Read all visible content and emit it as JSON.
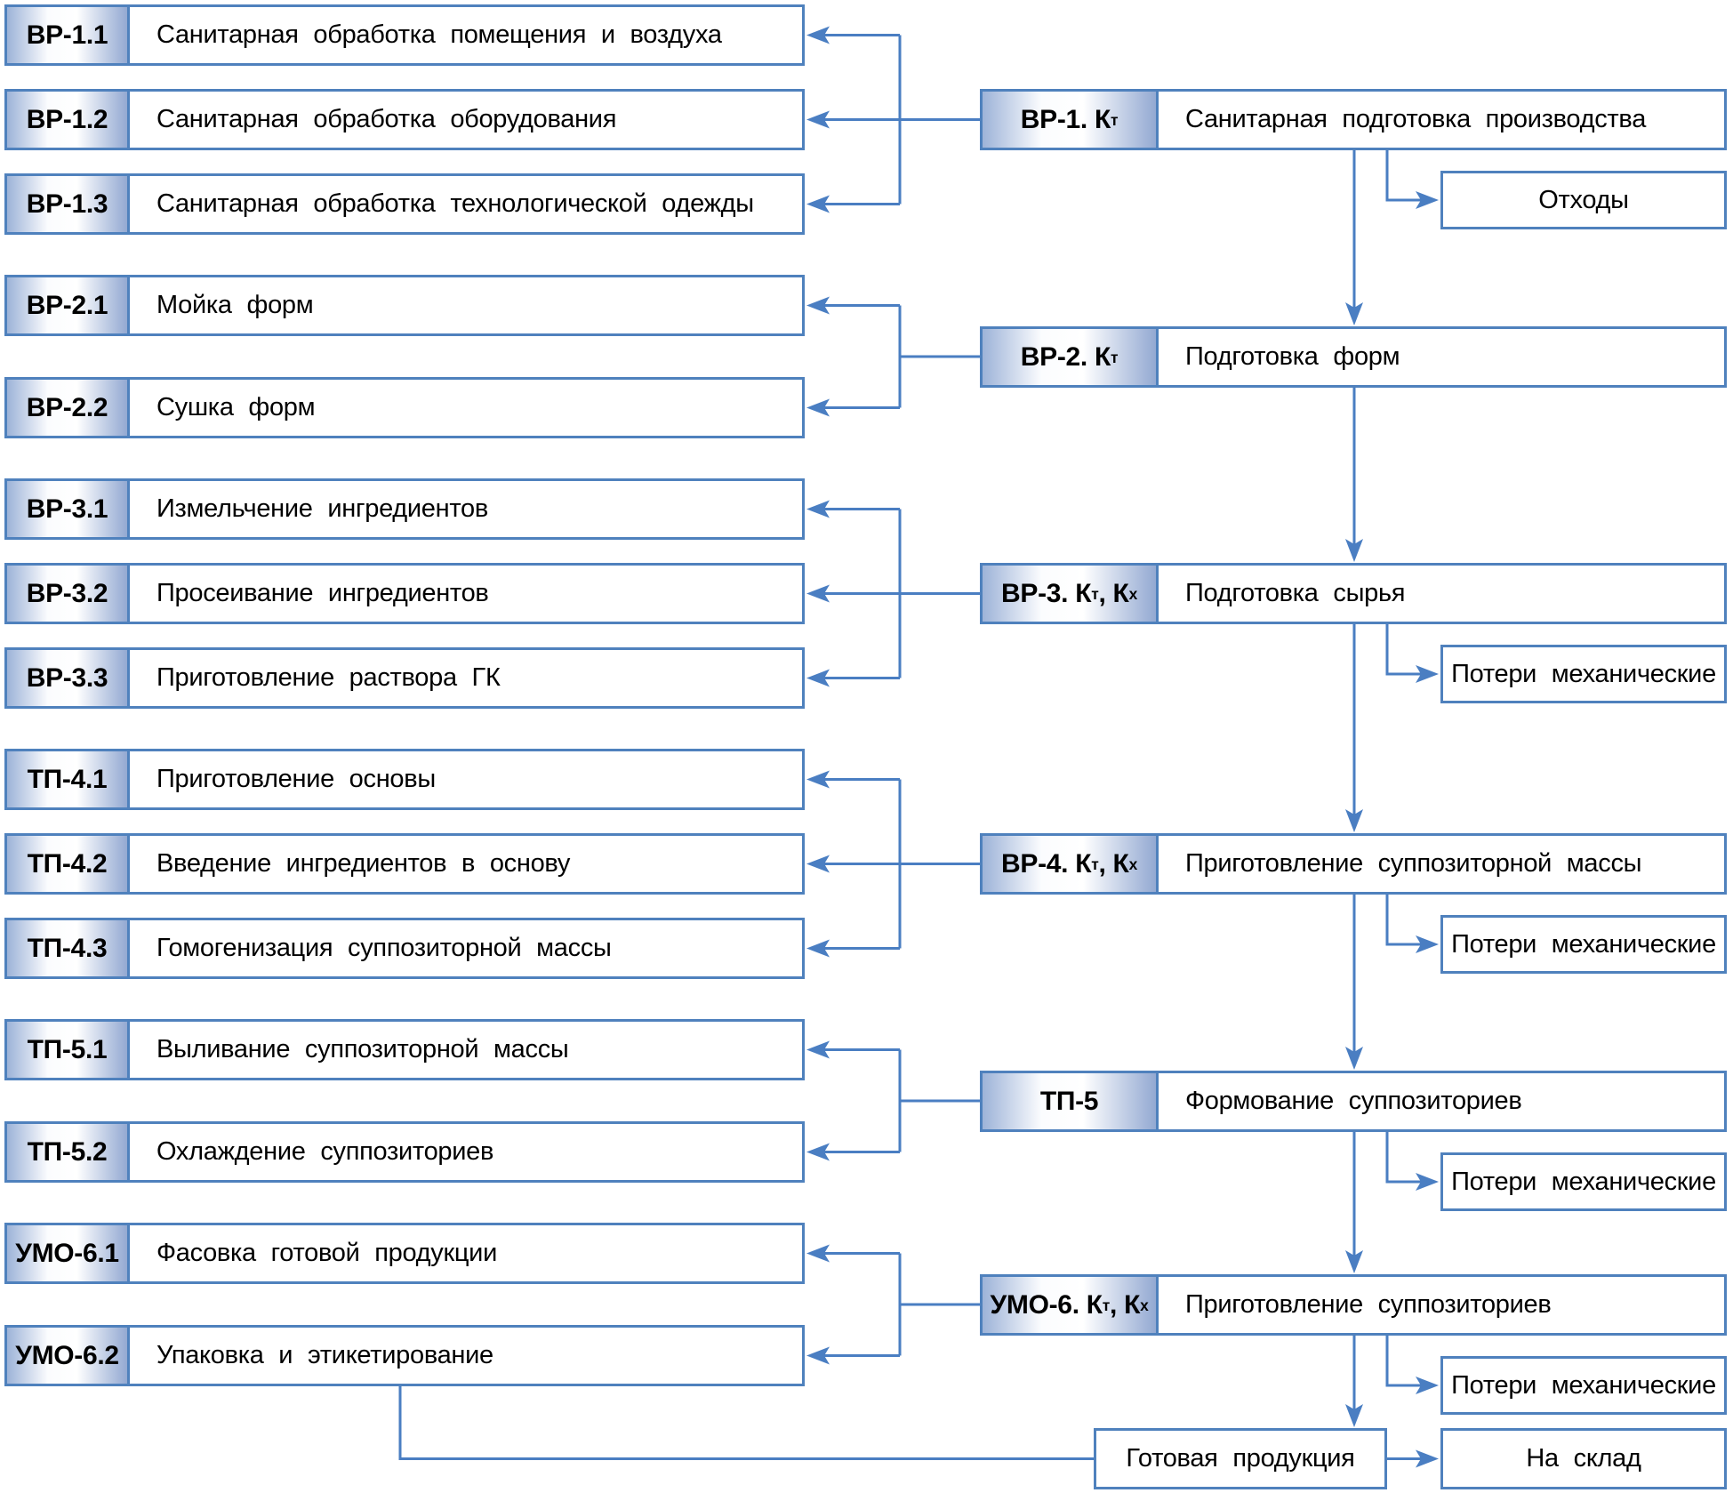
{
  "palette": {
    "line": "#4a7ec2",
    "border": "#4f81bd",
    "arrow_fill": "#4a7ec2",
    "label_gradient_edge": "#9db3d8",
    "label_gradient_edge2": "#93a9d2",
    "text": "#000000"
  },
  "groups": [
    {
      "main": {
        "label_segments": [
          {
            "t": "ВР-1. К"
          },
          {
            "t": "т",
            "sub": true
          }
        ],
        "title": "Санитарная подготовка производства"
      },
      "side": {
        "label": "Отходы",
        "name": "waste-box"
      },
      "rows": [
        {
          "code": "ВР-1.1",
          "text": "Санитарная обработка помещения и воздуха"
        },
        {
          "code": "ВР-1.2",
          "text": "Санитарная обработка оборудования"
        },
        {
          "code": "ВР-1.3",
          "text": "Санитарная обработка технологической одежды"
        }
      ]
    },
    {
      "main": {
        "label_segments": [
          {
            "t": "ВР-2. К"
          },
          {
            "t": "т",
            "sub": true
          }
        ],
        "title": "Подготовка форм"
      },
      "side": null,
      "rows": [
        {
          "code": "ВР-2.1",
          "text": "Мойка форм"
        },
        {
          "code": "ВР-2.2",
          "text": "Сушка форм"
        }
      ]
    },
    {
      "main": {
        "label_segments": [
          {
            "t": "ВР-3. К"
          },
          {
            "t": "т",
            "sub": true
          },
          {
            "t": ", К"
          },
          {
            "t": "х",
            "sub": true
          }
        ],
        "title": "Подготовка сырья"
      },
      "side": {
        "label": "Потери механические",
        "name": "loss-box"
      },
      "rows": [
        {
          "code": "ВР-3.1",
          "text": "Измельчение ингредиентов"
        },
        {
          "code": "ВР-3.2",
          "text": "Просеивание ингредиентов"
        },
        {
          "code": "ВР-3.3",
          "text": "Приготовление раствора ГК"
        }
      ]
    },
    {
      "main": {
        "label_segments": [
          {
            "t": "ВР-4. К"
          },
          {
            "t": "т",
            "sub": true
          },
          {
            "t": ", К"
          },
          {
            "t": "х",
            "sub": true
          }
        ],
        "title": "Приготовление суппозиторной массы"
      },
      "side": {
        "label": "Потери механические",
        "name": "loss-box"
      },
      "rows": [
        {
          "code": "ТП-4.1",
          "text": "Приготовление основы"
        },
        {
          "code": "ТП-4.2",
          "text": "Введение ингредиентов в основу"
        },
        {
          "code": "ТП-4.3",
          "text": "Гомогенизация суппозиторной массы"
        }
      ]
    },
    {
      "main": {
        "label_segments": [
          {
            "t": "ТП-5"
          }
        ],
        "title": "Формование суппозиториев"
      },
      "side": {
        "label": "Потери механические",
        "name": "loss-box"
      },
      "rows": [
        {
          "code": "ТП-5.1",
          "text": "Выливание суппозиторной массы"
        },
        {
          "code": "ТП-5.2",
          "text": "Охлаждение суппозиториев"
        }
      ]
    },
    {
      "main": {
        "label_segments": [
          {
            "t": "УМО-6. К"
          },
          {
            "t": "т",
            "sub": true
          },
          {
            "t": ", К"
          },
          {
            "t": "х",
            "sub": true
          }
        ],
        "title": "Приготовление суппозиториев"
      },
      "side": {
        "label": "Потери механические",
        "name": "loss-box"
      },
      "rows": [
        {
          "code": "УМО-6.1",
          "text": "Фасовка готовой продукции"
        },
        {
          "code": "УМО-6.2",
          "text": "Упаковка и этикетирование"
        }
      ]
    }
  ],
  "bottom": {
    "product": {
      "label": "Готовая продукция"
    },
    "warehouse": {
      "label": "На склад"
    }
  }
}
